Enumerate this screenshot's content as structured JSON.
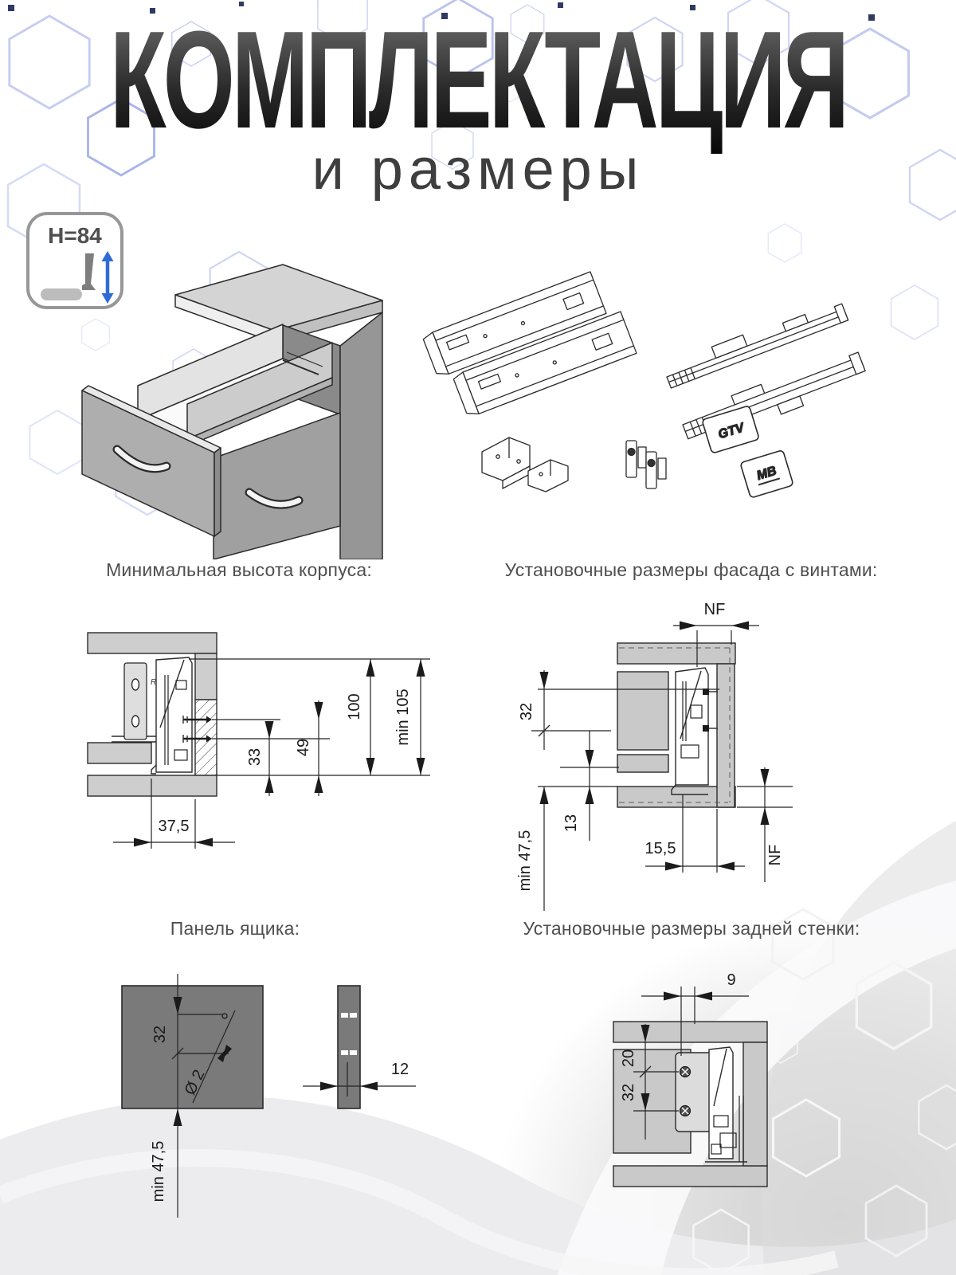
{
  "page": {
    "title": "КОМПЛЕКТАЦИЯ",
    "subtitle": "и размеры"
  },
  "badge": {
    "label": "H=84"
  },
  "kit": {
    "plate_gtv": "GTV",
    "plate_mb": "MB"
  },
  "section_min_height": {
    "label": "Минимальная высота корпуса:",
    "marker_r": "R",
    "dims": {
      "d33": "33",
      "d49": "49",
      "d100": "100",
      "dmin105": "min 105",
      "d37_5": "37,5"
    }
  },
  "section_facade": {
    "label": "Установочные размеры фасада с винтами:",
    "dims": {
      "nf_top": "NF",
      "d32": "32",
      "d13": "13",
      "dmin47_5": "min 47,5",
      "d15_5": "15,5",
      "nf_side": "NF"
    }
  },
  "section_panel": {
    "label": "Панель ящика:",
    "dims": {
      "d32": "32",
      "d2": "Ø 2",
      "dmin47_5": "min 47,5",
      "d12": "12"
    }
  },
  "section_back": {
    "label": "Установочные размеры задней стенки:",
    "dims": {
      "d9": "9",
      "d20": "20",
      "d32": "32"
    }
  },
  "colors": {
    "accent_blue": "#2e6bd6",
    "hex_outline_blue": "#b4bfec",
    "hex_outline_white": "#f5f5f5",
    "dim_line": "#1b1b1b",
    "panel_dark": "#7a7a7a",
    "slab_gray": "#cecece"
  }
}
